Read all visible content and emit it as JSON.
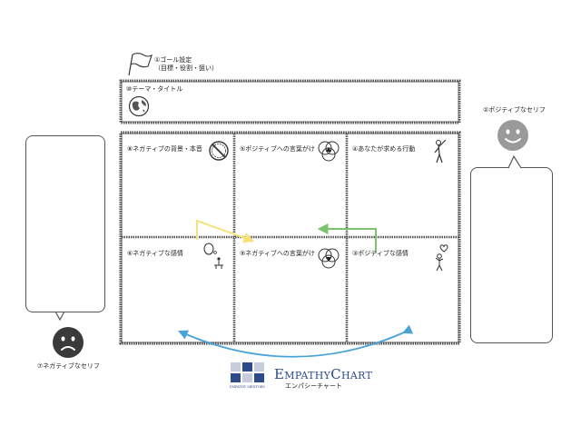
{
  "goal": {
    "line1": "①ゴール設定",
    "line2": "（目標・役割・狙い）"
  },
  "theme": {
    "label": "⑩テーマ・タイトル"
  },
  "cells": {
    "c8": "⑧ネガティブの背景・本音",
    "c5": "⑤ポジティブへの言葉がけ",
    "c4": "④あなたが求める行動",
    "c6": "⑥ネガティブな感情",
    "c9": "⑨ネガティブへの言葉がけ",
    "c3": "③ポジティブな感情"
  },
  "positive": {
    "label": "②ポジティブなセリフ",
    "face_icon": "smiley-face-icon"
  },
  "negative": {
    "label": "⑦ネガティブなセリフ",
    "face_icon": "sad-face-icon"
  },
  "brand": {
    "name": "EMPATHYCHART",
    "name_big1": "E",
    "name_small1": "MPATHY",
    "name_big2": "C",
    "name_small2": "HART",
    "sub": "エンパシーチャート",
    "logo_text": "EMPATHY MENTORS"
  },
  "colors": {
    "yellow_arrow": "#f5e27a",
    "green_arrow": "#7cc36f",
    "blue_arrow": "#4aa3d8",
    "brand_blue": "#2d4a8a"
  }
}
